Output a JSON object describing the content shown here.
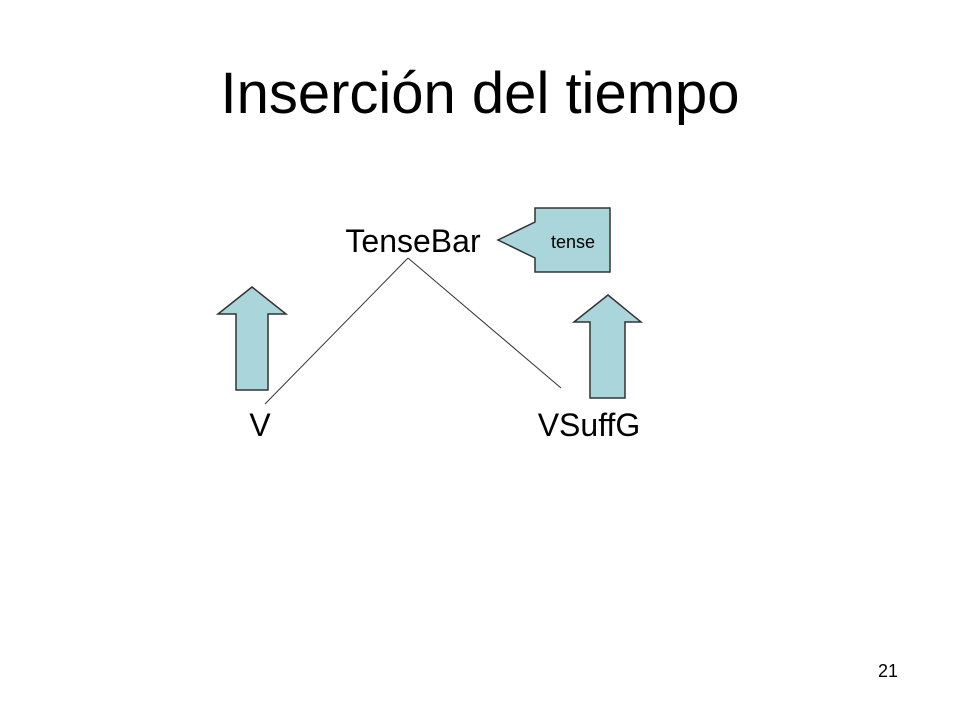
{
  "slide": {
    "title": "Inserción del tiempo",
    "page_number": "21"
  },
  "diagram": {
    "root_label": "TenseBar",
    "left_leaf_label": "V",
    "right_leaf_label": "VSuffG",
    "input_box_label": "tense",
    "colors": {
      "arrow_fill": "#a9d5db",
      "stroke": "#333333"
    }
  }
}
